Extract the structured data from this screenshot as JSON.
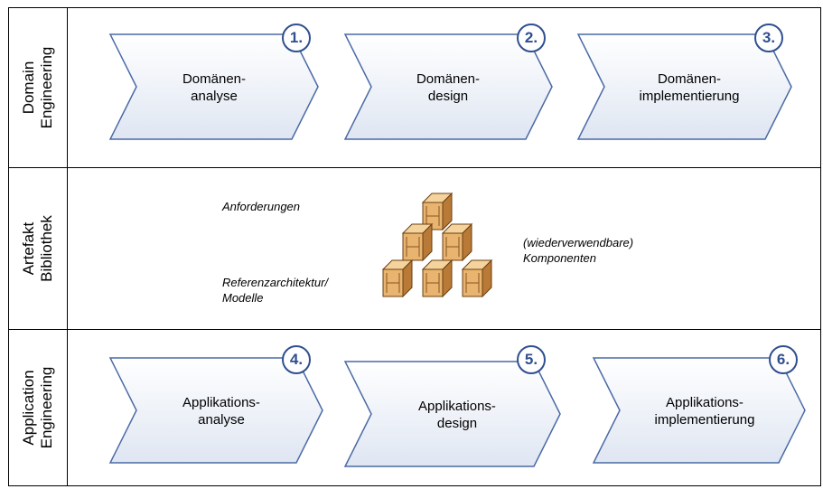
{
  "rows": [
    {
      "label_lines": [
        "Domain",
        "Engineering"
      ]
    },
    {
      "label_lines": [
        "Artefakt",
        "Bibliothek"
      ]
    },
    {
      "label_lines": [
        "Application",
        "Engineering"
      ]
    }
  ],
  "domain_steps": [
    {
      "number": "1.",
      "lines": [
        "Domänen-",
        "analyse"
      ]
    },
    {
      "number": "2.",
      "lines": [
        "Domänen-",
        "design"
      ]
    },
    {
      "number": "3.",
      "lines": [
        "Domänen-",
        "implementierung"
      ]
    }
  ],
  "application_steps": [
    {
      "number": "4.",
      "lines": [
        "Applikations-",
        "analyse"
      ]
    },
    {
      "number": "5.",
      "lines": [
        "Applikations-",
        "design"
      ]
    },
    {
      "number": "6.",
      "lines": [
        "Applikations-",
        "implementierung"
      ]
    }
  ],
  "artifacts": {
    "anforderungen": "Anforderungen",
    "referenz_lines": [
      "Referenzarchitektur/",
      "Modelle"
    ],
    "komponenten_lines": [
      "(wiederverwendbare)",
      "Komponenten"
    ]
  },
  "colors": {
    "chevron_fill": "#e6ecf5",
    "chevron_stroke": "#4a6aa5",
    "number_circle": "#2f4f8f",
    "box_light": "#f0c68a",
    "box_mid": "#d9a35f",
    "box_dark": "#a86a2c"
  },
  "icons": {
    "library": "stacked-boxes-icon"
  }
}
